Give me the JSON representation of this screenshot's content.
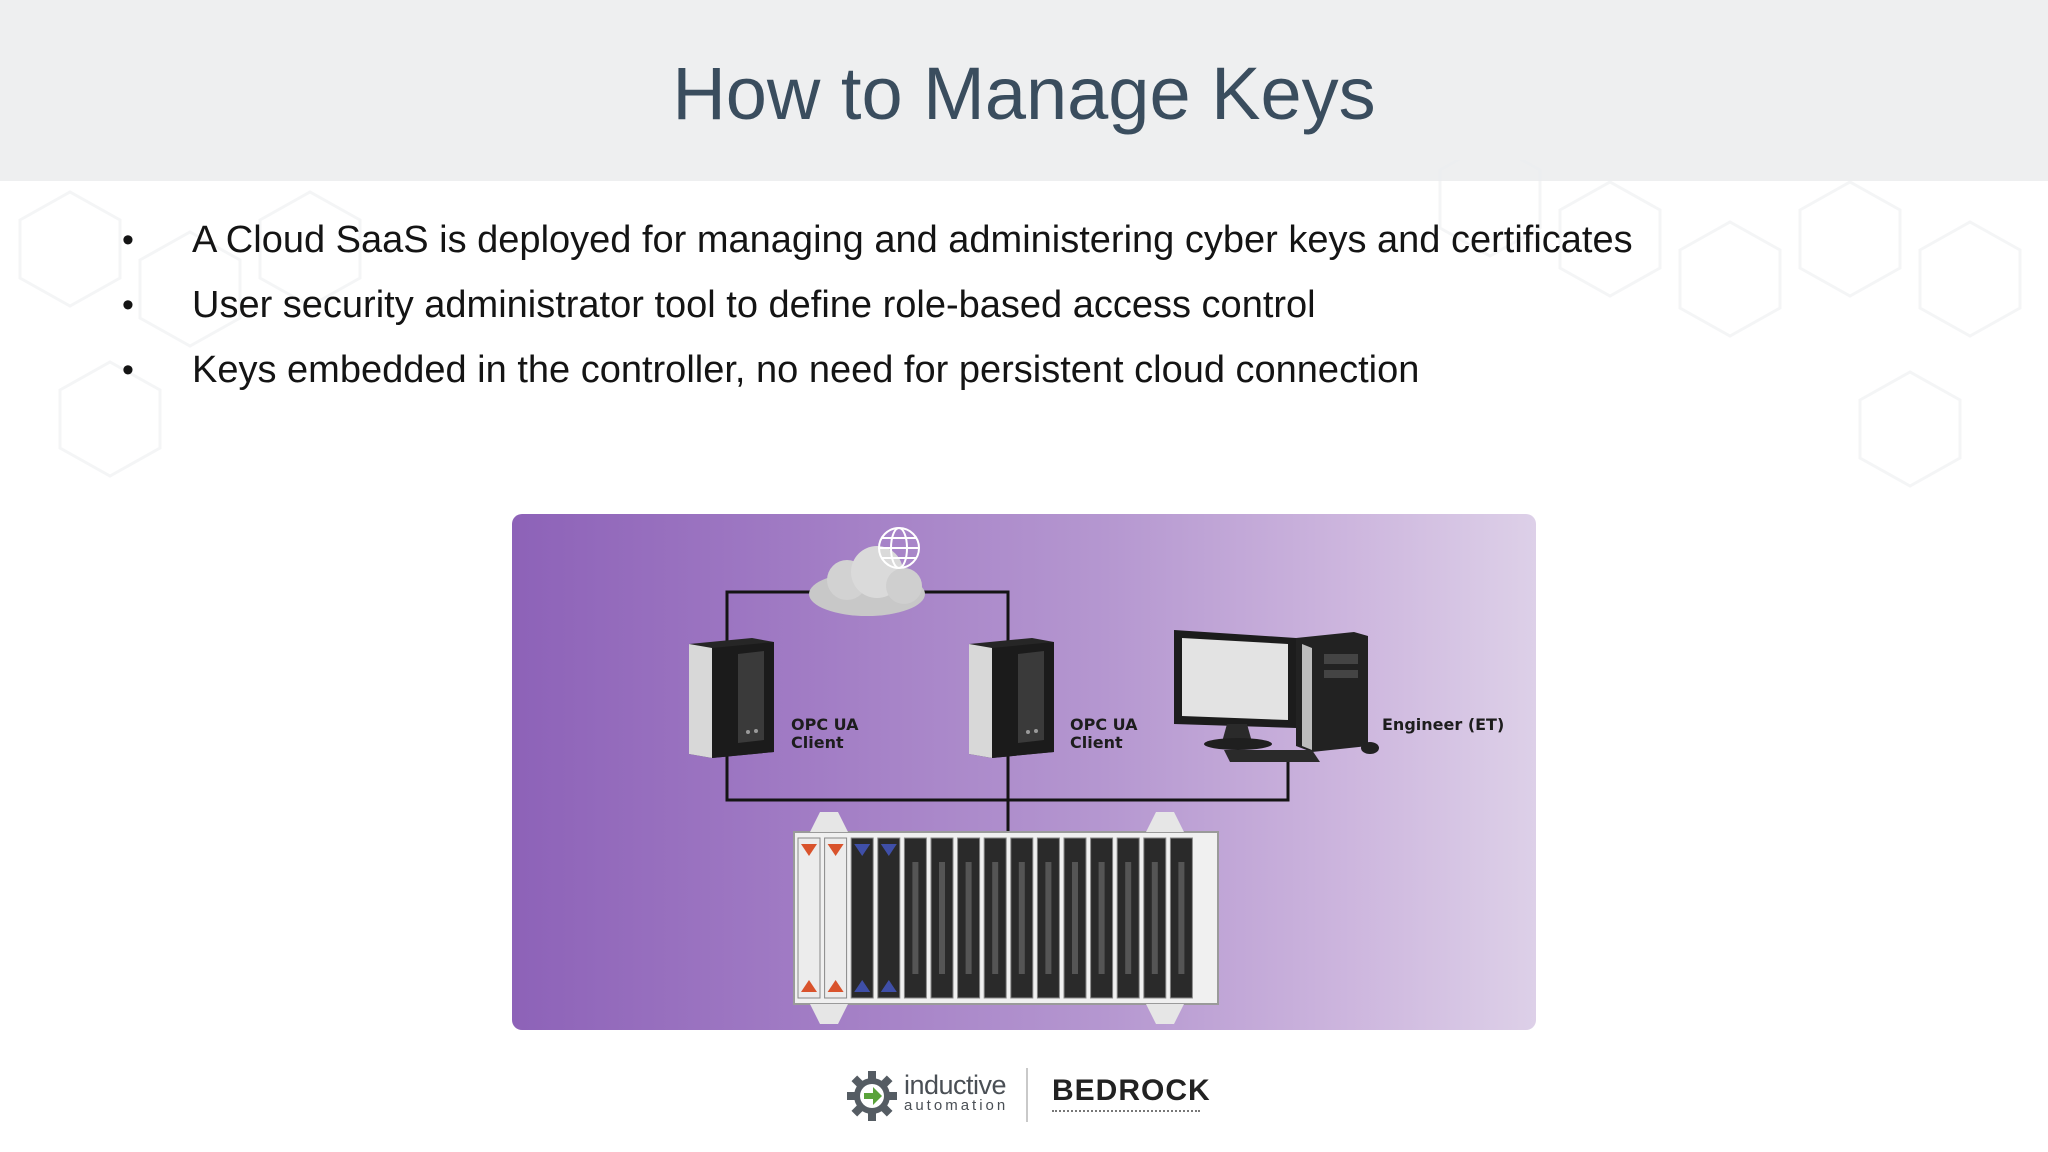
{
  "slide": {
    "title": "How to Manage Keys",
    "bullet_marker": "•",
    "bullets": [
      "A Cloud SaaS is deployed for managing and administering cyber keys and certificates",
      "User security administrator tool to define role-based access control",
      "Keys embedded in the controller, no need for persistent cloud connection"
    ]
  },
  "diagram": {
    "client1": {
      "line1": "OPC UA",
      "line2": "Client"
    },
    "client2": {
      "line1": "OPC UA",
      "line2": "Client"
    },
    "engineer": "Engineer (ET)",
    "icons": [
      "cloud-icon",
      "globe-icon",
      "server-tower-icon",
      "workstation-icon",
      "controller-rack-icon"
    ]
  },
  "footer": {
    "logo1": {
      "line1": "inductive",
      "line2": "automation"
    },
    "logo2": "BEDROCK"
  },
  "colors": {
    "header_bg": "#eeeff0",
    "title": "#3a4d5e",
    "diagram_gradient_start": "#8d62b8",
    "diagram_gradient_end": "#ddd0e8"
  }
}
